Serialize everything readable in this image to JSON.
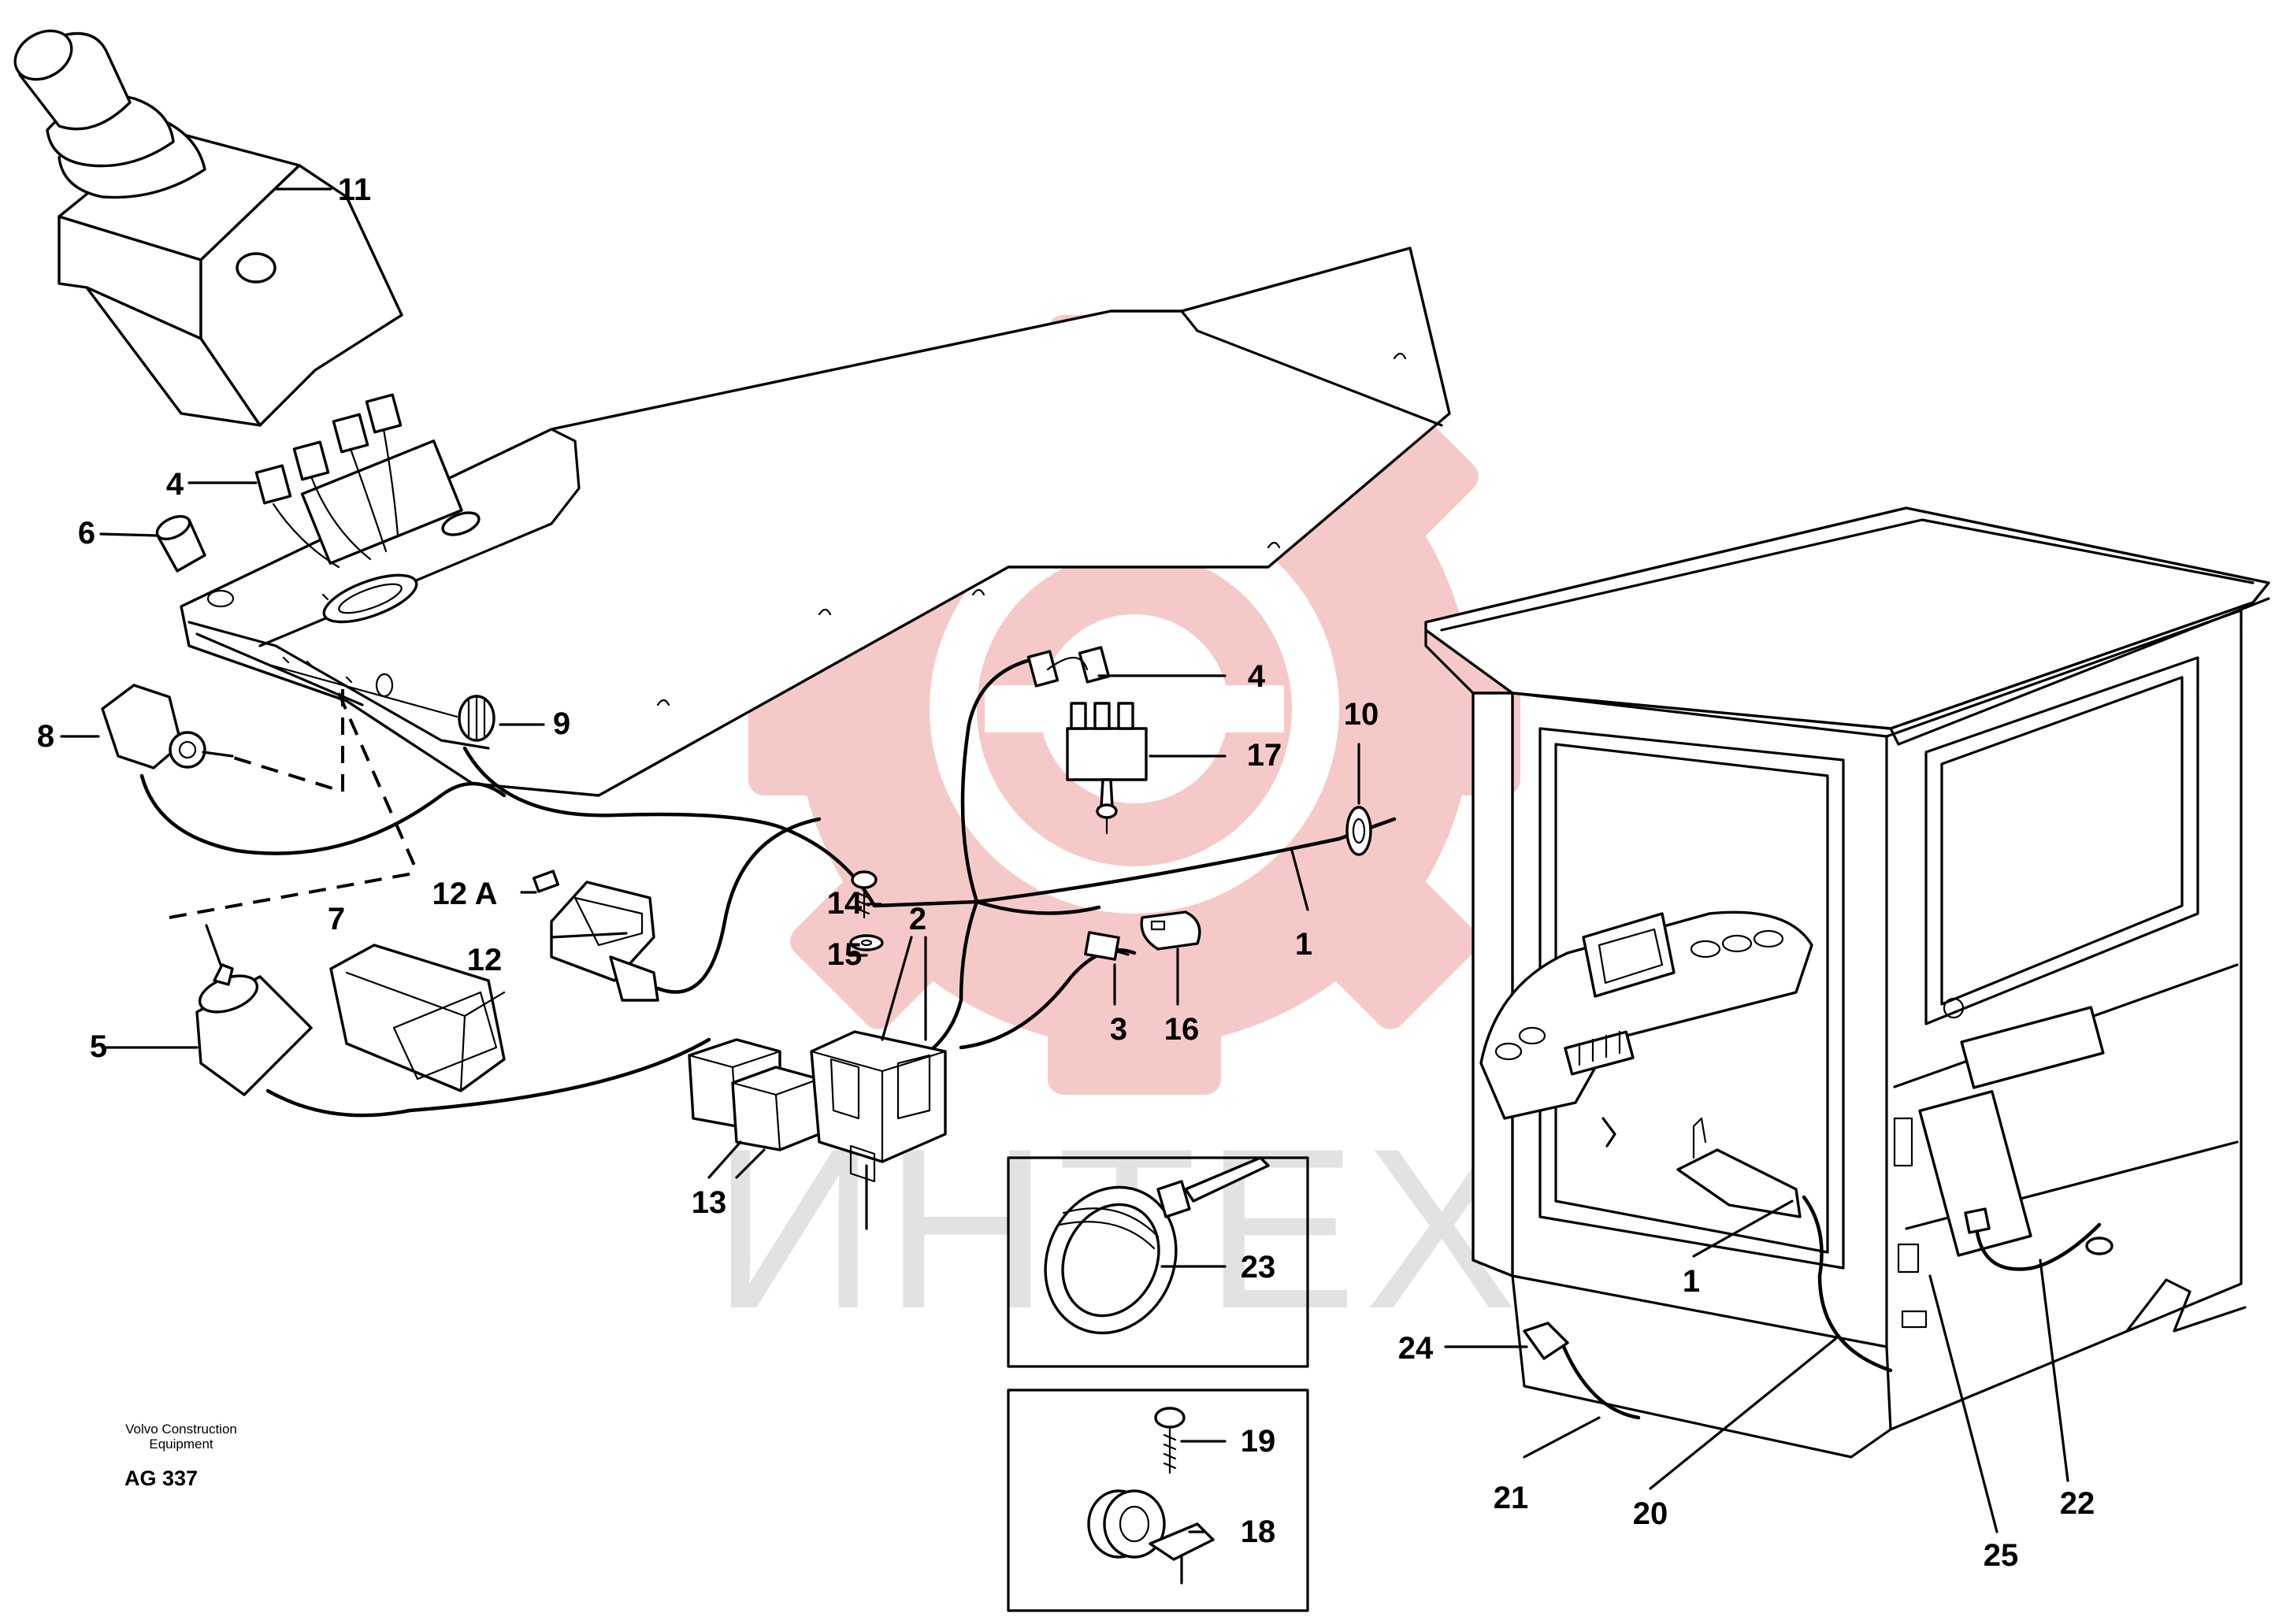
{
  "diagram": {
    "watermark": {
      "brand_text": "ИНТЕХ",
      "gear_color": "#f5c6c6",
      "text_color": "#dddddd"
    },
    "callouts": {
      "c1a": "1",
      "c1b": "1",
      "c2": "2",
      "c3": "3",
      "c4a": "4",
      "c4b": "4",
      "c5": "5",
      "c6": "6",
      "c7": "7",
      "c8": "8",
      "c9": "9",
      "c10": "10",
      "c11": "11",
      "c12": "12",
      "c12a": "12 A",
      "c13": "13",
      "c14": "14",
      "c15": "15",
      "c16": "16",
      "c17": "17",
      "c18": "18",
      "c19": "19",
      "c20": "20",
      "c21": "21",
      "c22": "22",
      "c23": "23",
      "c24": "24",
      "c25": "25"
    },
    "footer": {
      "company_line1": "Volvo Construction",
      "company_line2": "Equipment",
      "drawing_code": "AG 337"
    }
  }
}
